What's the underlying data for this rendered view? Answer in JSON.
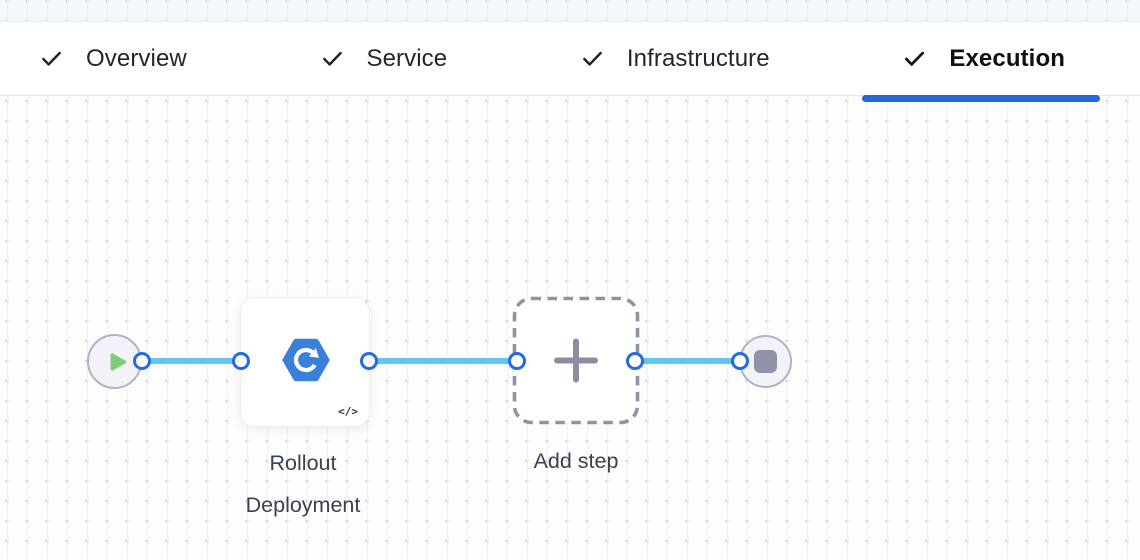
{
  "tab_bar": {
    "tabs": [
      {
        "label": "Overview",
        "completed": true,
        "active": false
      },
      {
        "label": "Service",
        "completed": true,
        "active": false
      },
      {
        "label": "Infrastructure",
        "completed": true,
        "active": false
      },
      {
        "label": "Execution",
        "completed": true,
        "active": true
      }
    ],
    "active_tab": "Execution"
  },
  "canvas": {
    "start_node": {
      "icon": "play-icon"
    },
    "step": {
      "label": "Rollout Deployment",
      "icon": "k8s-rollout-icon",
      "code_badge": "</>"
    },
    "add_step": {
      "label": "Add step",
      "icon": "plus-icon"
    },
    "end_node": {
      "icon": "stop-icon"
    },
    "connector_count": 6
  },
  "icons": {
    "tab_check": "check-icon",
    "start": "play-icon",
    "step": "k8s-rollout-icon",
    "add_step": "plus-icon",
    "end": "stop-icon",
    "code": "code-icon"
  },
  "colors": {
    "accent_blue": "#2467dd",
    "connector_blue": "#2569e3",
    "flow_line_blue": "#63c5f1",
    "hexagon_blue": "#3a80d8",
    "play_green": "#7fcd7b",
    "node_fill": "#f2f2f8",
    "node_border": "#b2b1c6",
    "gray_purple": "#8f92a6",
    "label_text": "#3d4052",
    "tab_text": "#22262d",
    "active_tab_text": "#0d1116"
  }
}
